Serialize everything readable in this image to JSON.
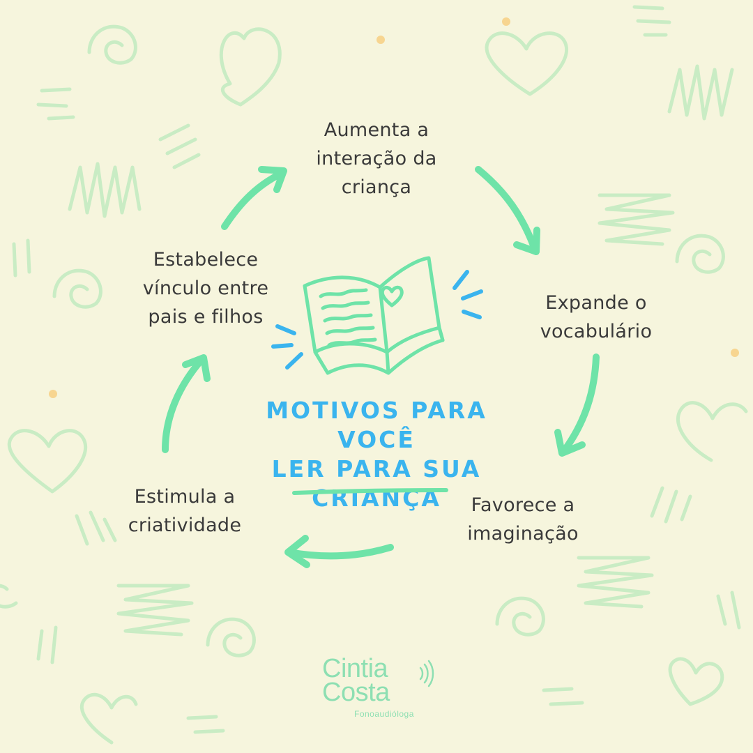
{
  "title": "MOTIVOS PARA VOCÊ\nLER PARA SUA\nCRIANÇA",
  "items": [
    "Aumenta a\ninteração da\ncriança",
    "Expande o\nvocabulário",
    "Favorece a\nimaginação",
    "Estimula a\ncriatividade",
    "Estabelece\nvínculo entre\npais e filhos"
  ],
  "logo": {
    "name": "Cintia\nCosta",
    "subtitle": "Fonoaudióloga"
  },
  "colors": {
    "background": "#f6f5dd",
    "accent_green": "#6ee3a8",
    "title_blue": "#3ab4ee",
    "doodle_green": "#c9ecc4",
    "dot_orange": "#f7d590"
  },
  "icons": [
    "open-book-icon",
    "heart-icon",
    "sparkle-icon",
    "sound-wave-icon"
  ]
}
